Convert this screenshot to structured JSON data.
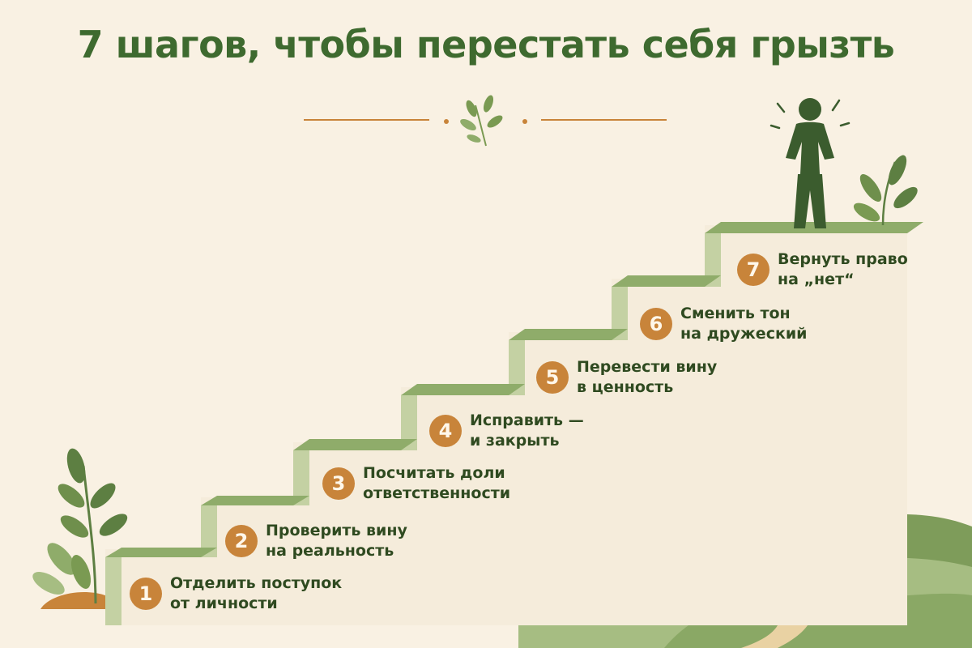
{
  "title": "7 шагов, чтобы перестать себя грызть",
  "colors": {
    "background": "#f9f1e3",
    "title_green": "#3e6a2f",
    "step_top": "#8fac6a",
    "step_riser": "#dbe3c4",
    "step_side": "#c4d1a3",
    "badge": "#c8843a",
    "text": "#2f4a20",
    "figure": "#3b5c2e",
    "path": "#e9d2a3"
  },
  "icons": {
    "divider": "leaf-sprig-icon",
    "figure": "person-standing-icon",
    "plants": "leafy-plant-icon"
  },
  "steps": [
    {
      "number": "1",
      "line1": "Отделить поступок",
      "line2": "от личности"
    },
    {
      "number": "2",
      "line1": "Проверить вину",
      "line2": "на реальность"
    },
    {
      "number": "3",
      "line1": "Посчитать доли",
      "line2": "ответственности"
    },
    {
      "number": "4",
      "line1": "Исправить —",
      "line2": "и закрыть"
    },
    {
      "number": "5",
      "line1": "Перевести вину",
      "line2": "в ценность"
    },
    {
      "number": "6",
      "line1": "Сменить тон",
      "line2": "на дружеский"
    },
    {
      "number": "7",
      "line1": "Вернуть право",
      "line2": "на „нет“"
    }
  ]
}
